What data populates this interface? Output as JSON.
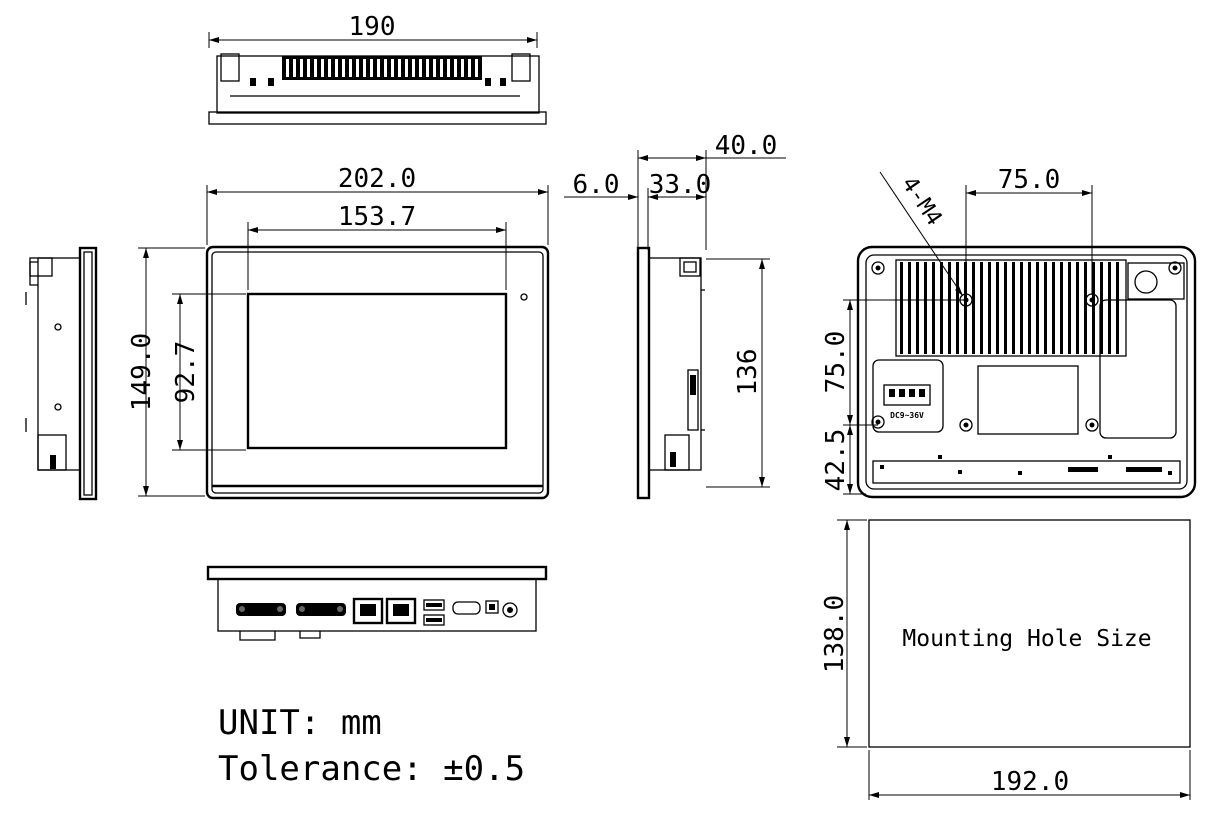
{
  "dimensions": {
    "top_width": "190",
    "front_width": "202.0",
    "screen_width": "153.7",
    "front_height": "149.0",
    "screen_height": "92.7",
    "bezel_depth": "6.0",
    "body_depth": "33.0",
    "total_depth": "40.0",
    "side_height": "136",
    "vesa_spacing_h": "75.0",
    "vesa_spacing_v": "75.0",
    "vesa_offset": "42.5",
    "screw_spec": "4-M4",
    "cutout_height": "138.0",
    "cutout_width": "192.0"
  },
  "labels": {
    "cutout": "Mounting Hole Size",
    "power": "DC9~36V",
    "unit": "UNIT: mm",
    "tolerance": "Tolerance: ±0.5"
  }
}
